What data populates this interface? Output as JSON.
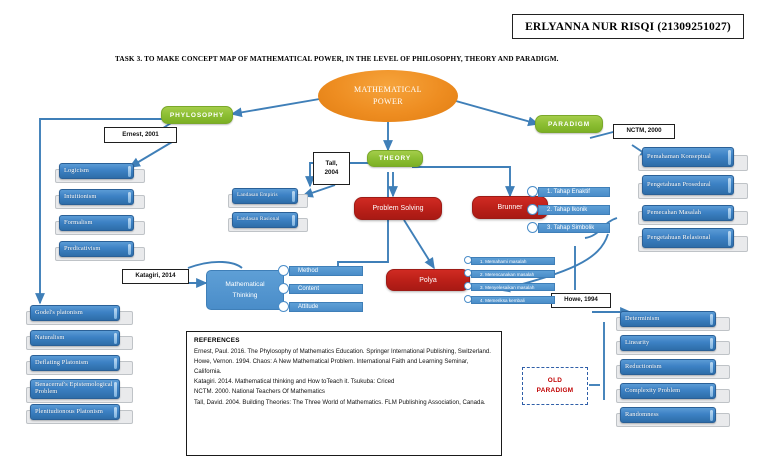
{
  "page": {
    "author_box": "ERLYANNA NUR RISQI (21309251027)",
    "task_title": "TASK 3. TO MAKE CONCEPT MAP OF MATHEMATICAL POWER, IN THE LEVEL OF PHILOSOPHY, THEORY AND PARADIGM."
  },
  "colors": {
    "center_node": "#ee8d21",
    "branch_node": "#8dbf34",
    "theory_node": "#bc2019",
    "list_item": "#3c81c4",
    "old_paradigm_text": "#c00000",
    "connector": "#3f7fb8"
  },
  "center": {
    "line1": "MATHEMATICAL",
    "line2": "POWER"
  },
  "branches": {
    "philosophy": "PHYLOSOPHY",
    "theory": "THEORY",
    "paradigm": "PARADIGM"
  },
  "citations": {
    "ernest": "Ernest, 2001",
    "tall_line1": "Tall,",
    "tall_line2": "2004",
    "katagiri": "Katagiri, 2014",
    "nctm": "NCTM, 2000",
    "howe": "Howe, 1994"
  },
  "philosophy_items": [
    "Logicism",
    "Intuitionism",
    "Formalism",
    "Predicativism"
  ],
  "platonism_items": [
    "Godel's platonism",
    "Naturalism",
    "Deflating Platonism",
    "Benacerraf's Epistemological Problem",
    "Plenitudionous Platonism"
  ],
  "theory_branch": {
    "landasan": [
      "Landasan Empiris",
      "Landasan Rasional"
    ],
    "problem_solving": "Problem Solving",
    "polya": "Polya",
    "polya_steps": [
      "1. Memahami masalah",
      "2. Merencanakan masalah",
      "3. Menyelesaikan masalah",
      "4. Memeriksa kembali"
    ],
    "brunner": "Brunner",
    "brunner_steps": [
      "1. Tahap Enaktif",
      "2. Tahap Ikonik",
      "3. Tahap Simbolik"
    ],
    "mathematical_thinking": {
      "line1": "Mathematical",
      "line2": "Thinking",
      "items": [
        "Method",
        "Content",
        "Attitude"
      ]
    }
  },
  "nctm_items": [
    "Pemahaman Konseptual",
    "Pengetahuan Prosedural",
    "Pemecahan Masalah",
    "Pengetahuan Relasional"
  ],
  "old_paradigm": {
    "line1": "OLD",
    "line2": "PARADIGM",
    "items": [
      "Determinism",
      "Linearity",
      "Reductionism",
      "Complexity Problem",
      "Randomness"
    ]
  },
  "references": {
    "title": "REFERENCES",
    "items": [
      "Ernest, Paul. 2016. The Phylosophy of Mathematics Education. Springer International Publishing, Switzerland.",
      "Howe, Vernon. 1994. Chaos: A New Mathematical Problem. International Faith and Learning Seminar, California.",
      "Katagiri. 2014. Mathematical thinking and How toTeach it. Tsukuba: Criced",
      "NCTM. 2000. National Teachers Of Mathematics",
      "Tall, David. 2004. Building Theories: The Three World of Mathematics. FLM Publishing Association, Canada."
    ]
  }
}
